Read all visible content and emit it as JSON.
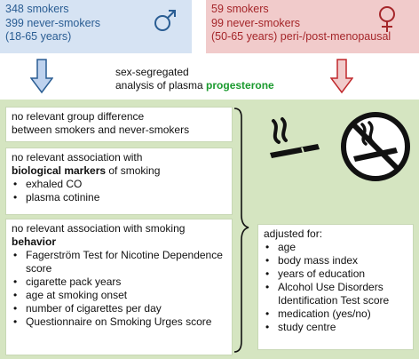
{
  "male": {
    "line1": "348 smokers",
    "line2": "399 never-smokers",
    "line3": "(18-65 years)"
  },
  "female": {
    "line1": "59 smokers",
    "line2": "99 never-smokers",
    "line3": "(50-65 years) peri-/post-menopausal"
  },
  "center": {
    "line1": "sex-segregated",
    "line2_prefix": "analysis of plasma ",
    "line2_bold": "progesterone"
  },
  "box1": {
    "line1": "no relevant group difference",
    "line2": "between smokers and never-smokers"
  },
  "box2": {
    "line1": "no relevant association with",
    "bold": "biological markers",
    "rest": " of smoking",
    "items": [
      "exhaled CO",
      "plasma cotinine"
    ]
  },
  "box3": {
    "line1": "no relevant association with smoking",
    "bold": "behavior",
    "items": [
      "Fagerström Test for Nicotine Dependence score",
      "cigarette pack years",
      "age at smoking onset",
      "number of cigarettes per day",
      "Questionnaire on Smoking Urges score"
    ]
  },
  "adjusted": {
    "title": "adjusted for:",
    "items": [
      "age",
      "body mass index",
      "years of education",
      "Alcohol Use Disorders Identification Test score",
      "medication (yes/no)",
      "study centre"
    ]
  },
  "colors": {
    "male": "#2a5d93",
    "female": "#a5262a",
    "accent": "#1a9a2e",
    "panel": "#d5e5c1"
  },
  "icons": [
    "male-symbol-icon",
    "female-symbol-icon",
    "down-arrow-blue-icon",
    "down-arrow-red-icon",
    "bracket-icon",
    "cigarette-icon",
    "no-smoking-icon"
  ]
}
